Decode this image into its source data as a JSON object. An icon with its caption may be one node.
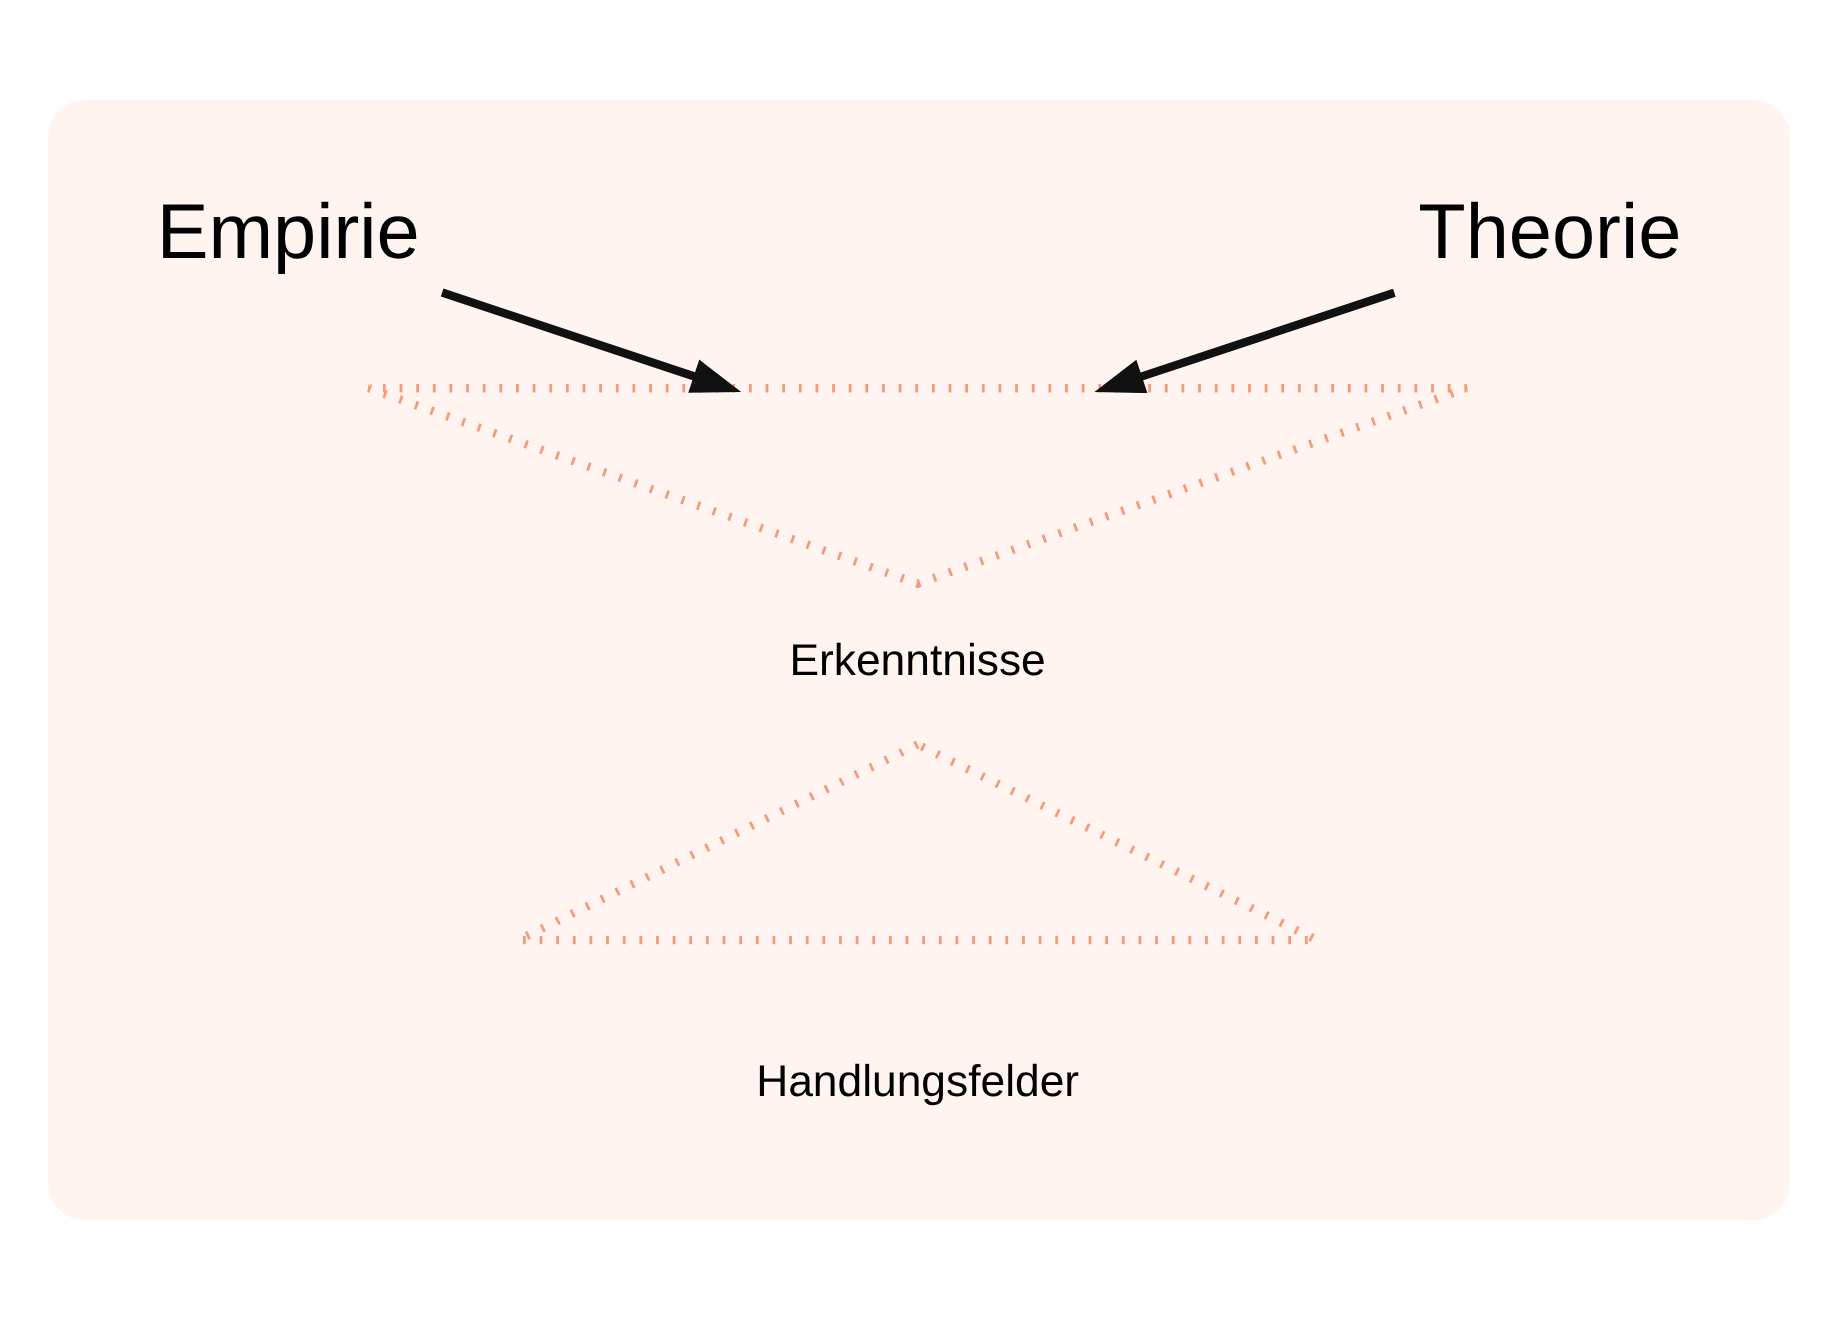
{
  "diagram": {
    "nodes": [
      {
        "text": [],
        "shape": "ellipse"
      },
      {
        "text": [
          "Empirie"
        ],
        "in": 0
      },
      {
        "text": [
          "Theorie"
        ],
        "in": 0
      },
      {
        "text": [],
        "shape": "triangle",
        "in": 0,
        "beside": [
          "Erkenntnisse"
        ]
      },
      {
        "text": [],
        "shape": "triangle",
        "in": 0,
        "beside": [
          "Handlungsfelder"
        ]
      }
    ],
    "edges": [
      {
        "from": 1,
        "to": 3,
        "arrow": "to"
      },
      {
        "from": 2,
        "to": 3,
        "arrow": "to"
      }
    ]
  }
}
